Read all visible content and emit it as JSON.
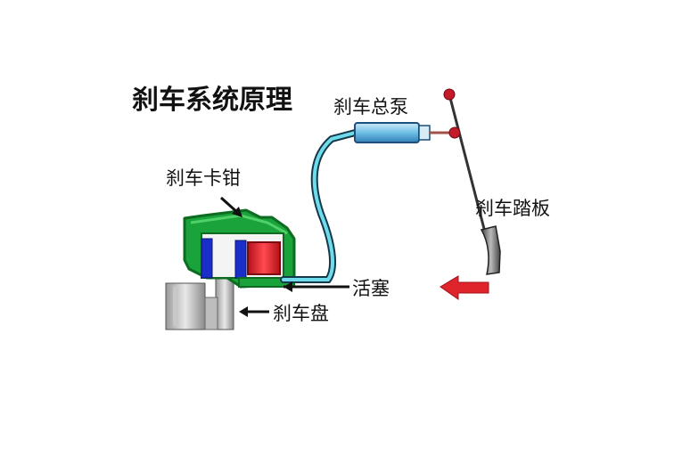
{
  "title": "刹车系统原理",
  "labels": {
    "master_cylinder": "刹车总泵",
    "caliper": "刹车卡钳",
    "brake_pedal": "刹车踏板",
    "piston": "活塞",
    "brake_disc": "刹车盘"
  },
  "colors": {
    "caliper_green": "#1aa33a",
    "caliper_green_dark": "#0d6b22",
    "piston_red": "#e0242c",
    "pad_blue": "#1a2ec9",
    "hose_cyan": "#6fdcec",
    "hose_outline": "#15384a",
    "pedal_rod": "#333333",
    "pivot_red": "#c41a2a",
    "arrow_red": "#e0242c",
    "pushrod_brown": "#a0524a"
  },
  "icons": {
    "direction_arrow": "left-arrow-icon"
  }
}
